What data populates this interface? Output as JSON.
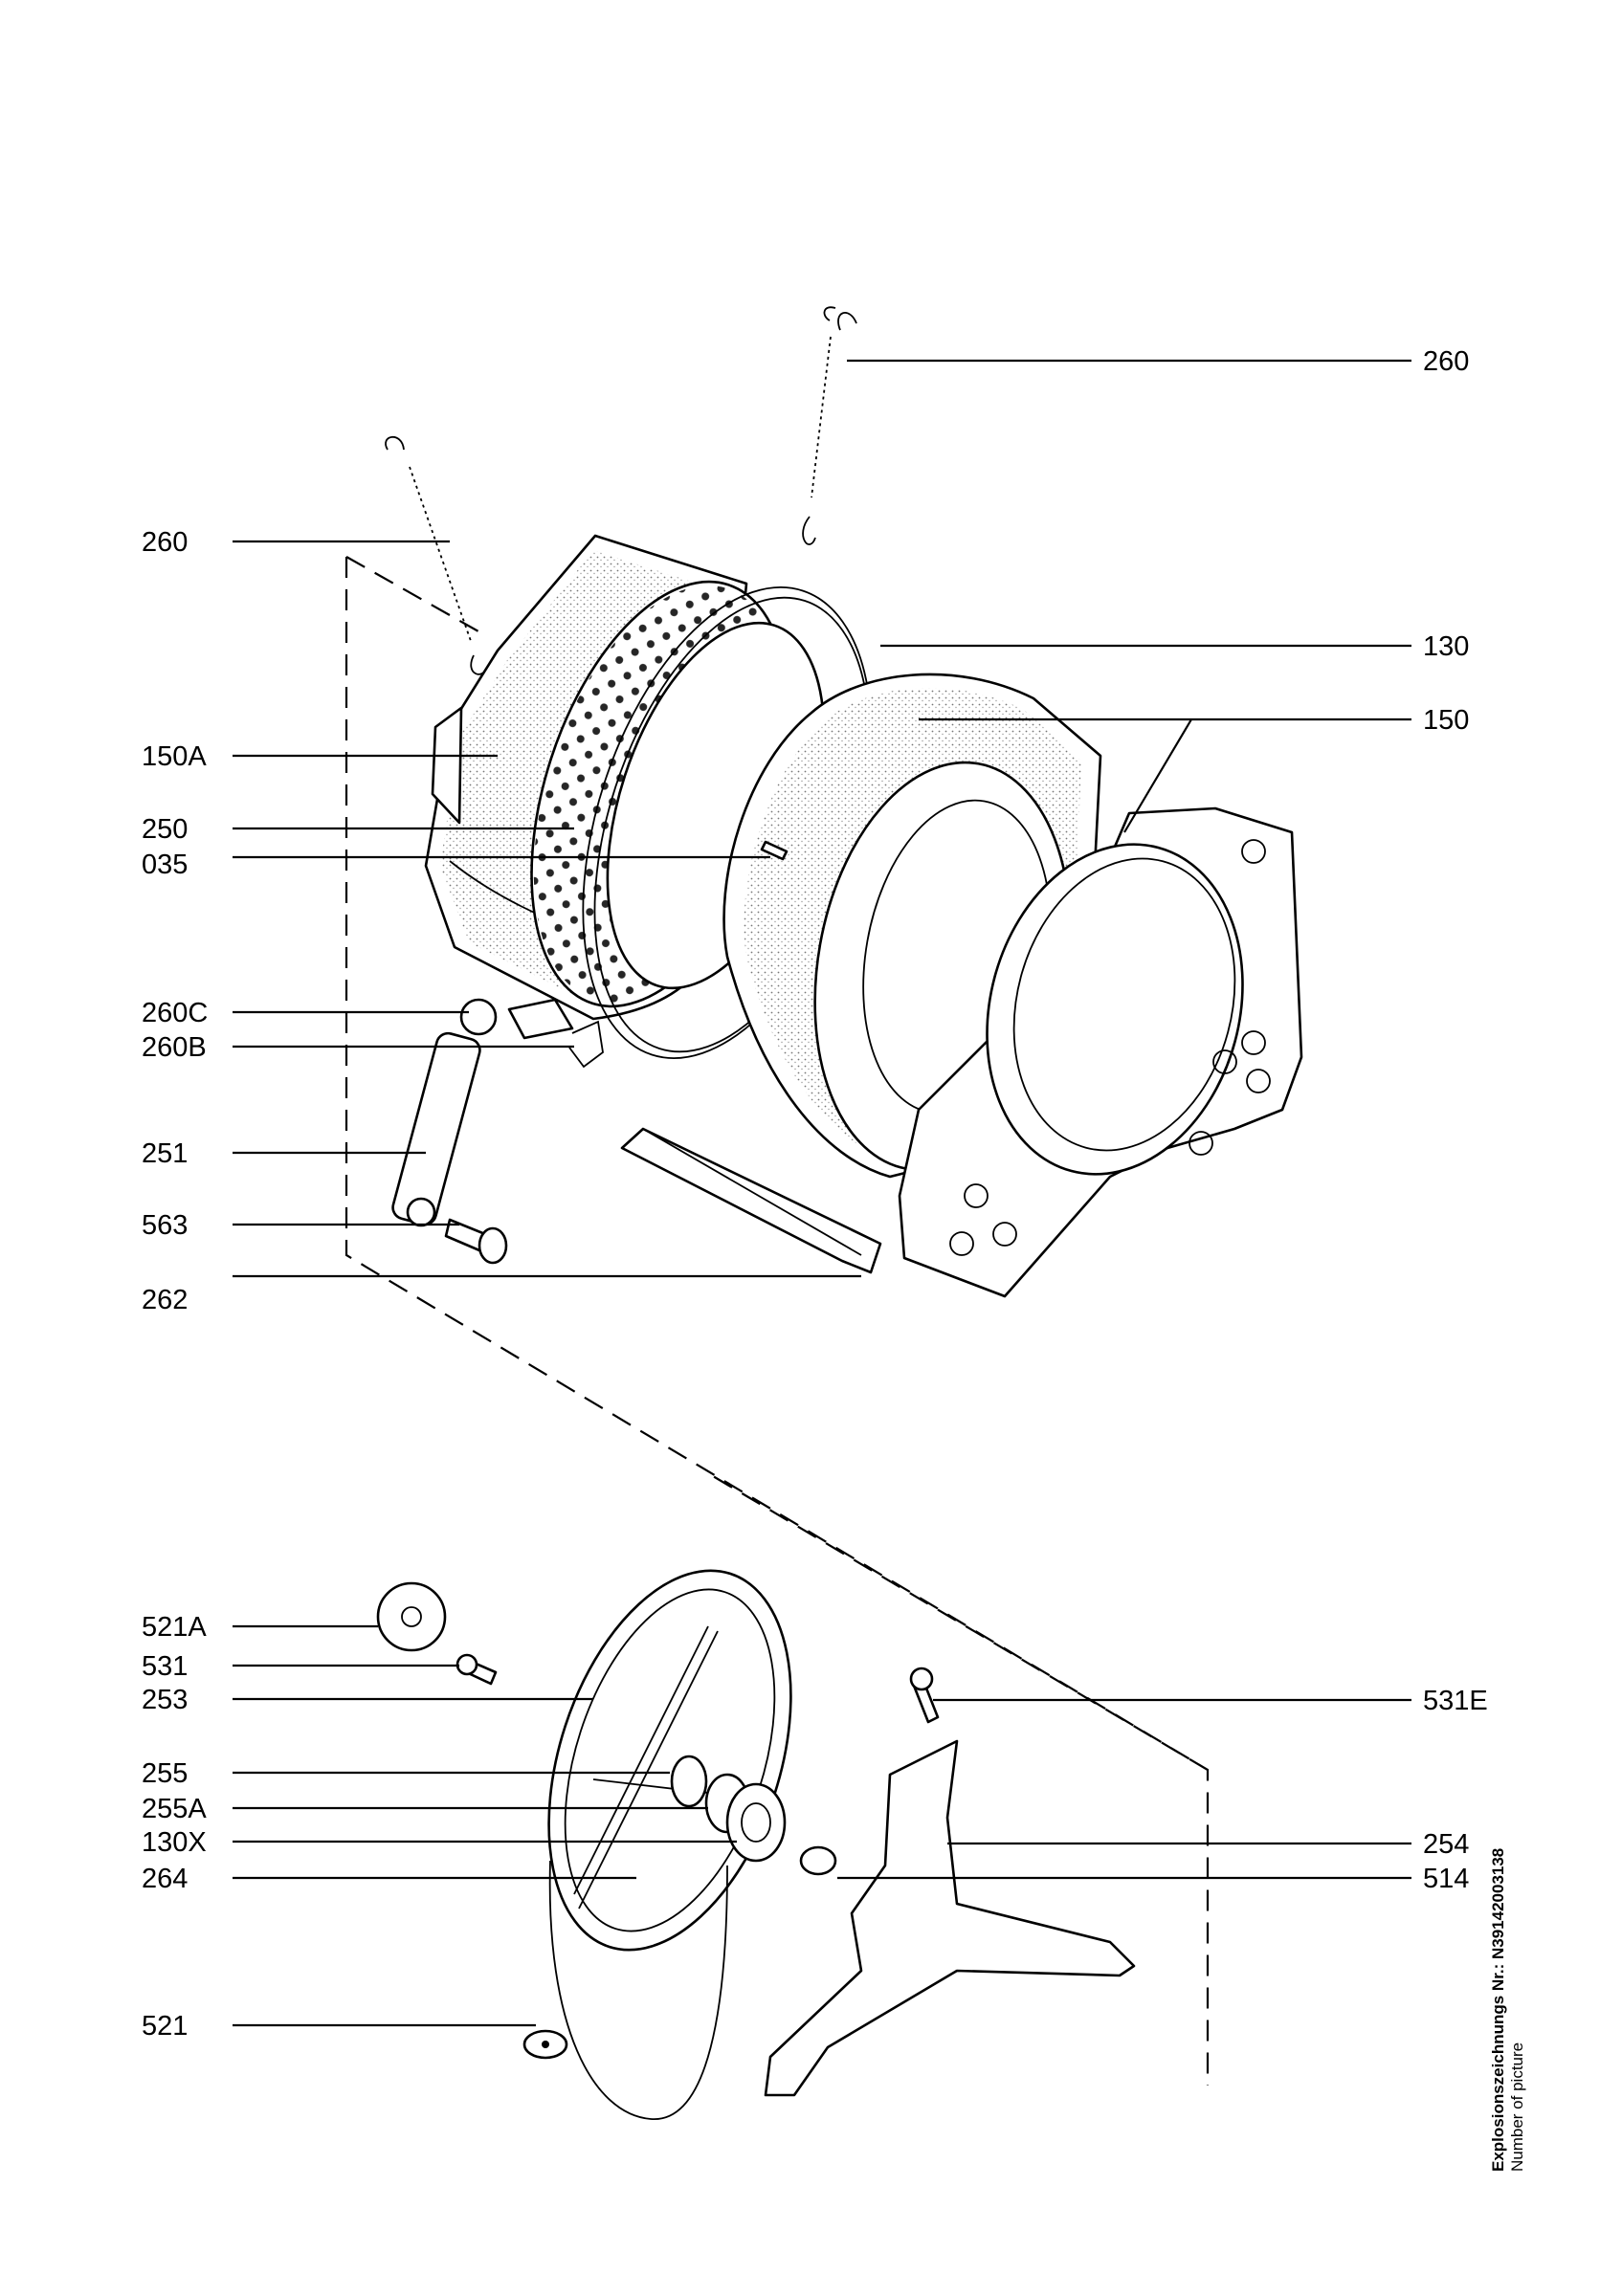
{
  "callouts": [
    {
      "id": "260-top",
      "text": "260"
    },
    {
      "id": "260-left",
      "text": "260"
    },
    {
      "id": "130",
      "text": "130"
    },
    {
      "id": "150",
      "text": "150"
    },
    {
      "id": "150A",
      "text": "150A"
    },
    {
      "id": "250",
      "text": "250"
    },
    {
      "id": "035",
      "text": "035"
    },
    {
      "id": "260C",
      "text": "260C"
    },
    {
      "id": "260B",
      "text": "260B"
    },
    {
      "id": "251",
      "text": "251"
    },
    {
      "id": "563",
      "text": "563"
    },
    {
      "id": "262",
      "text": "262"
    },
    {
      "id": "521A",
      "text": "521A"
    },
    {
      "id": "531",
      "text": "531"
    },
    {
      "id": "253",
      "text": "253"
    },
    {
      "id": "531E",
      "text": "531E"
    },
    {
      "id": "255",
      "text": "255"
    },
    {
      "id": "255A",
      "text": "255A"
    },
    {
      "id": "130X",
      "text": "130X"
    },
    {
      "id": "264",
      "text": "264"
    },
    {
      "id": "254",
      "text": "254"
    },
    {
      "id": "514",
      "text": "514"
    },
    {
      "id": "521",
      "text": "521"
    }
  ],
  "footer": {
    "drawing_number": "Explosionszeichnungs Nr.: N39142003138",
    "caption": "Number of picture"
  }
}
